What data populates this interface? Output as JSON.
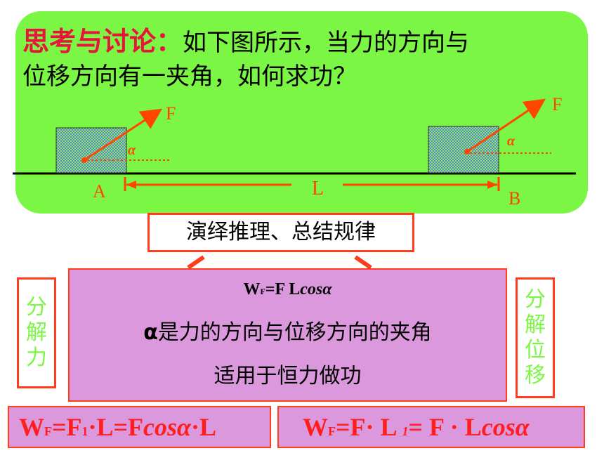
{
  "header": {
    "title_key": "思考与讨论：",
    "title_rest": "如下图所示，当力的方向与",
    "title_line2": "位移方向有一夹角，如何求功？"
  },
  "diagram": {
    "force_label_left": "F",
    "force_label_right": "F",
    "angle_left": "α",
    "angle_right": "α",
    "point_a": "A",
    "point_b": "B",
    "displacement": "L"
  },
  "method": {
    "label": "演绎推理、总结规律"
  },
  "center": {
    "formula": {
      "w": "W",
      "w_sub": "F",
      "rhs": "=F L",
      "cos": "cosα"
    },
    "alpha_symbol": "α",
    "alpha_desc": "是力的方向与位移方向的夹角",
    "scope": "适用于恒力做功"
  },
  "side_left": [
    "分",
    "解",
    "力"
  ],
  "side_right": [
    "分",
    "解",
    "位",
    "移"
  ],
  "bottom_left": {
    "w": "W",
    "w_sub": "F",
    "part1": "=F",
    "f_sub": "1",
    "part2": "·L=F",
    "cos": "cosα",
    "part3": "·L"
  },
  "bottom_right": {
    "w": "W",
    "w_sub": "F",
    "part1": "=F· L ",
    "l_sub": "1",
    "part2": "= F · L",
    "cos": "cosα"
  },
  "colors": {
    "panel_green": "#7cf644",
    "pink": "#dc98dc",
    "red": "#ff3c1e",
    "title_red": "#e8143c"
  }
}
